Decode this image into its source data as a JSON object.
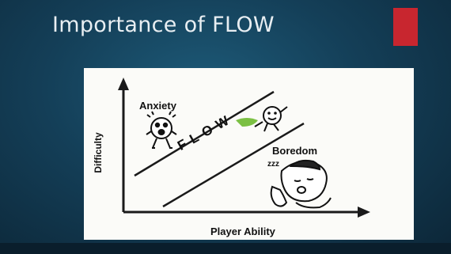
{
  "slide": {
    "title": "Importance of FLOW",
    "accent_color": "#c8262f",
    "background_color": "#15445e"
  },
  "diagram": {
    "x_axis_label": "Player Ability",
    "y_axis_label": "Difficulty",
    "zone_labels": {
      "anxiety": "Anxiety",
      "flow": "FLOW",
      "boredom": "Boredom"
    },
    "icons": [
      "anxious-face-icon",
      "flow-runner-icon",
      "sleeping-face-icon"
    ]
  }
}
